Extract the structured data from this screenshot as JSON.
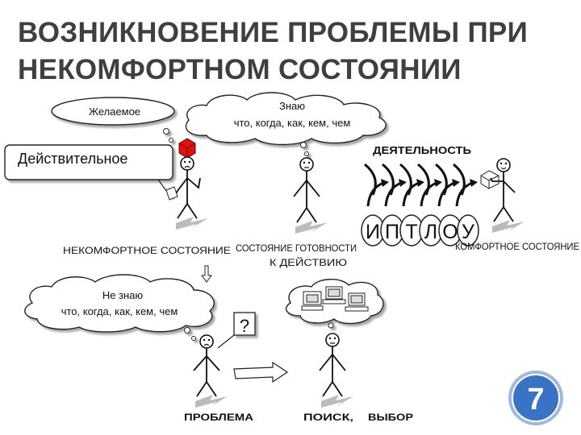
{
  "title": {
    "line1": "ВОЗНИКНОВЕНИЕ ПРОБЛЕМЫ ПРИ",
    "line2": "НЕКОМФОРТНОМ СОСТОЯНИИ"
  },
  "top_row": {
    "desired": "Желаемое",
    "actual": "Действительное",
    "know_title": "Знаю",
    "know_detail": "что, когда, как, кем, чем",
    "activity": "ДЕЯТЕЛЬНОСТЬ",
    "iptlou_letters": [
      "И",
      "П",
      "Т",
      "Л",
      "О",
      "У"
    ],
    "state_uncomfortable": "НЕКОМФОРТНОЕ СОСТОЯНИЕ",
    "state_ready_line1": "СОСТОЯНИЕ ГОТОВНОСТИ",
    "state_ready_line2": "К ДЕЙСТВИЮ",
    "state_comfortable": "КОМФОРТНОЕ СОСТОЯНИЕ"
  },
  "bottom_row": {
    "dont_know_title": "Не знаю",
    "dont_know_detail": "что, когда, как, кем, чем",
    "question_mark": "?",
    "problem": "ПРОБЛЕМА",
    "search": "ПОИСК,",
    "choice": "ВЫБОР"
  },
  "slide_number": "7",
  "colors": {
    "title": "#3f3f3f",
    "red_cube": "#e01010",
    "badge_fill": "#3a72c4",
    "badge_ring": "#9eb9db"
  }
}
